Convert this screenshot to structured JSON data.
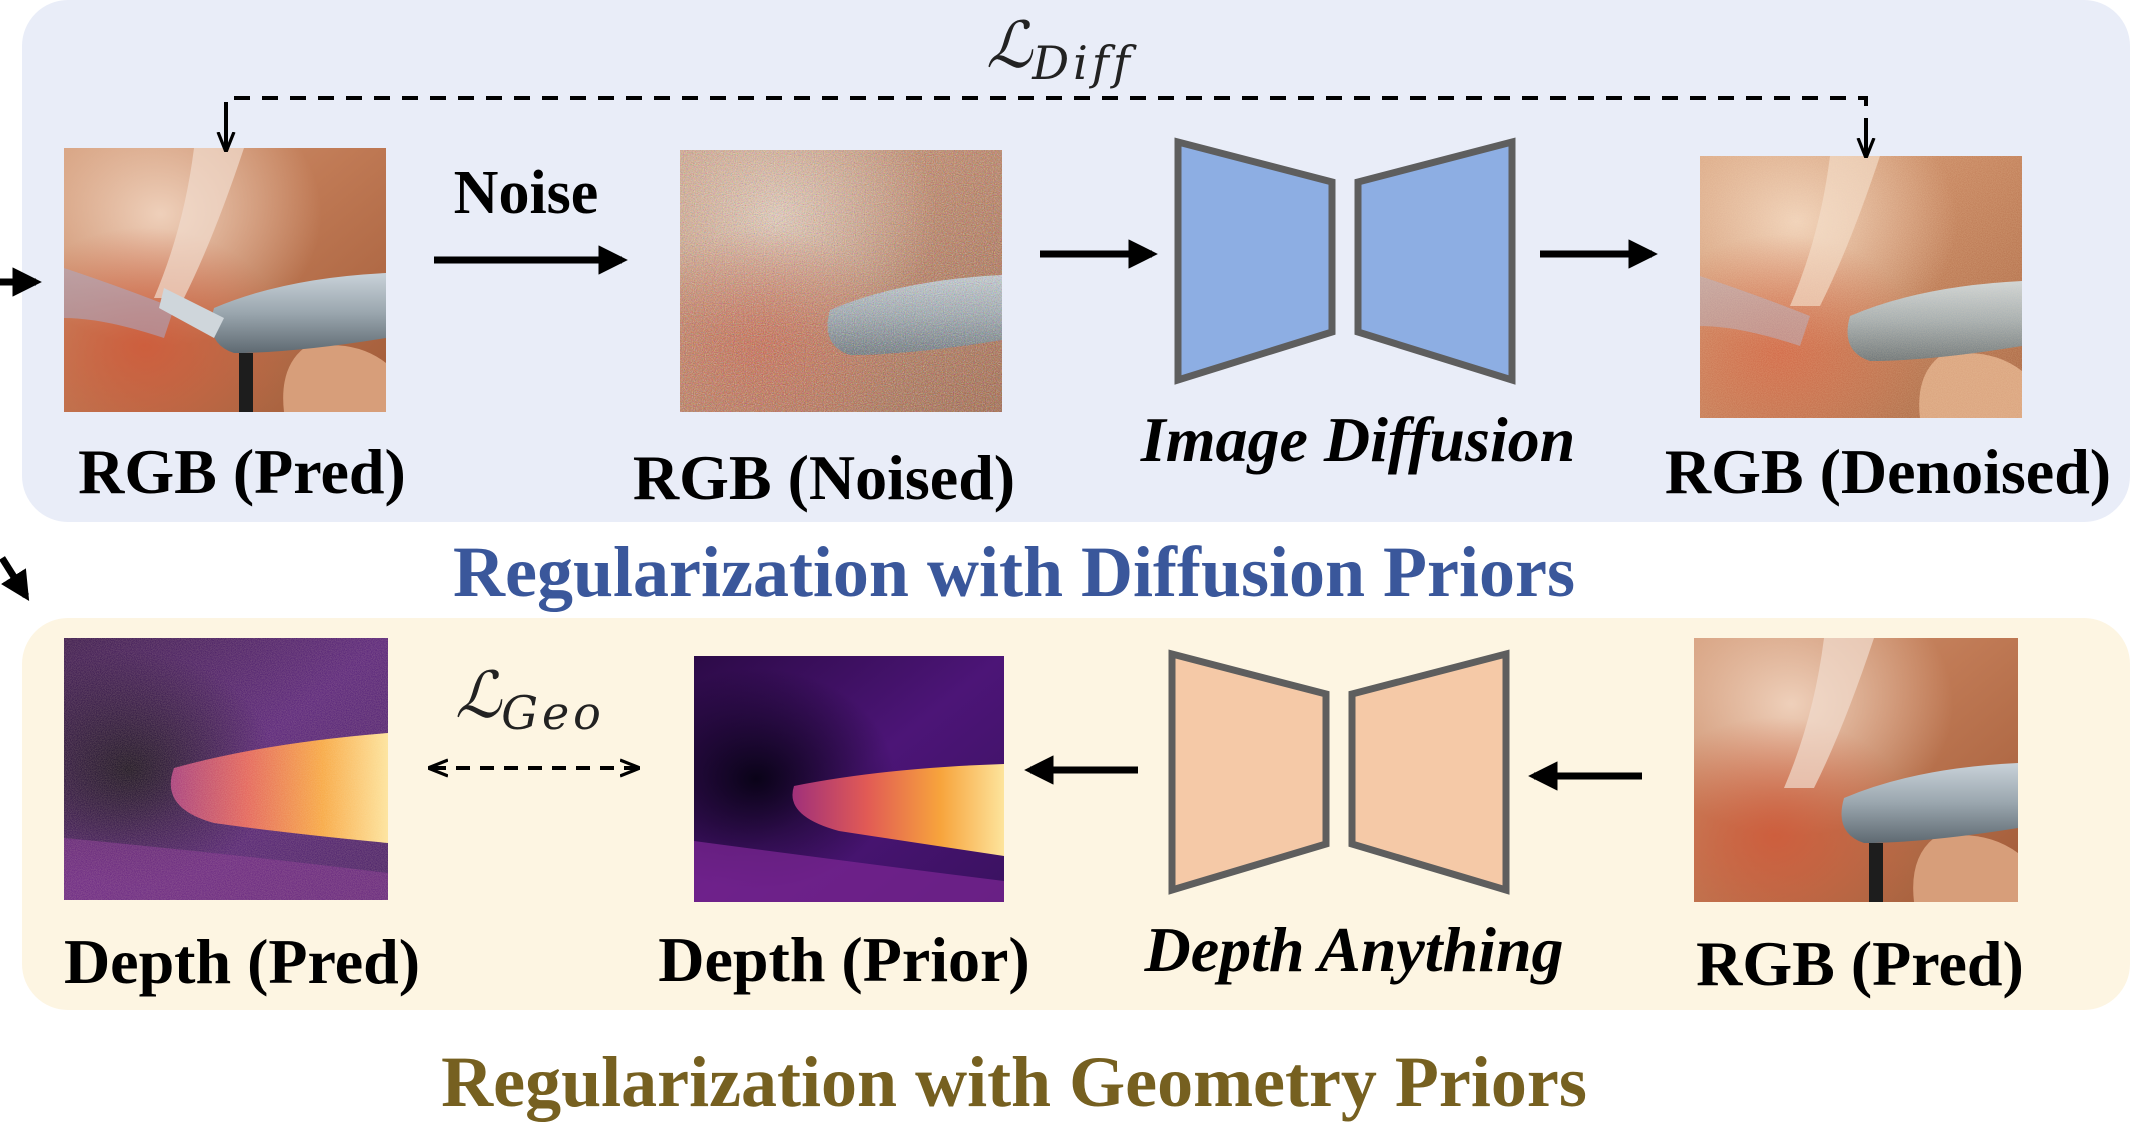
{
  "diffusion_section": {
    "title": "Regularization with Diffusion Priors",
    "loss_symbol": "ℒ",
    "loss_subscript": "Diff",
    "noise_label": "Noise",
    "rgb_pred_label": "RGB (Pred)",
    "rgb_noised_label": "RGB (Noised)",
    "model_label": "Image Diffusion",
    "rgb_denoised_label": "RGB (Denoised)",
    "panel_color": "#e9edf8",
    "model_color": "#8daee3",
    "title_color": "#3a579b"
  },
  "geometry_section": {
    "title": "Regularization with Geometry Priors",
    "loss_symbol": "ℒ",
    "loss_subscript": "Geo",
    "depth_pred_label": "Depth (Pred)",
    "depth_prior_label": "Depth (Prior)",
    "model_label": "Depth Anything",
    "rgb_pred_label": "RGB (Pred)",
    "panel_color": "#fdf5e2",
    "model_color": "#f5c9a7",
    "title_color": "#766020"
  }
}
